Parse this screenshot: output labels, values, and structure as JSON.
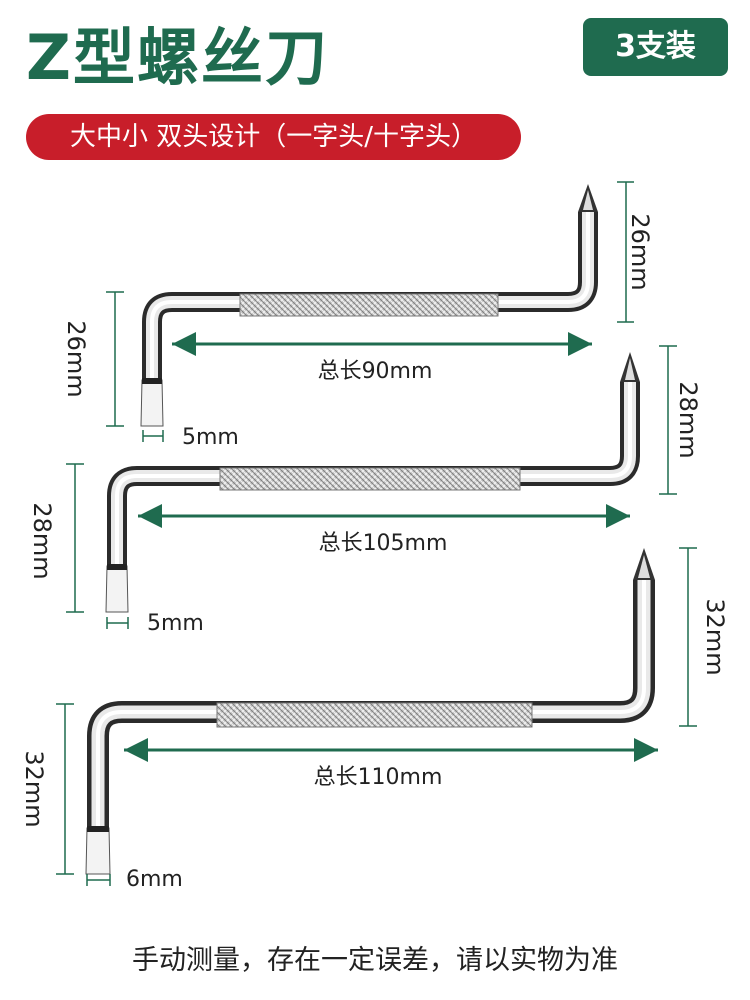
{
  "header": {
    "title": "Z型螺丝刀",
    "badge": "3支装",
    "subtitle": "大中小 双头设计（一字头/十字头）"
  },
  "products": [
    {
      "right_height": "26mm",
      "left_height": "26mm",
      "length": "总长90mm",
      "tip_width": "5mm"
    },
    {
      "right_height": "28mm",
      "left_height": "28mm",
      "length": "总长105mm",
      "tip_width": "5mm"
    },
    {
      "right_height": "32mm",
      "left_height": "32mm",
      "length": "总长110mm",
      "tip_width": "6mm"
    }
  ],
  "footer": {
    "note": "手动测量，存在一定误差，请以实物为准"
  },
  "colors": {
    "brand_green": "#1f6b4f",
    "accent_red": "#c81e2a",
    "dimension_line": "#1f6b4f"
  }
}
